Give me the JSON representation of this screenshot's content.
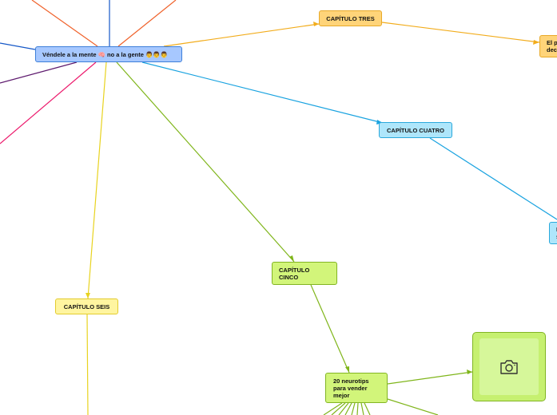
{
  "colors": {
    "root_fill": "#a7c8ff",
    "root_border": "#3d7fd9",
    "orange": "#f2ac1b",
    "blue": "#1aa3e0",
    "green": "#7fb51a",
    "yellow": "#e8d31f",
    "red_orange": "#f0622b",
    "navy": "#1457c7",
    "purple": "#5e1a6e",
    "magenta": "#ec1a6c"
  },
  "nodes": {
    "root": {
      "label": "Véndele a la mente 🧠 no a la gente 👨👨👨"
    },
    "capitulo_tres": {
      "label": "CAPÍTULO TRES"
    },
    "partial_tres_child": {
      "line1": "El p",
      "line2": "dec"
    },
    "capitulo_cuatro": {
      "label": "CAPÍTULO CUATRO"
    },
    "partial_cuatro_child": {
      "line1": "I",
      "line2": "s"
    },
    "capitulo_cinco": {
      "line1": "CAPÍTULO",
      "line2": "CINCO"
    },
    "capitulo_seis": {
      "label": "CAPÍTULO SEIS"
    },
    "neurotips": {
      "line1": "20 neurotips",
      "line2": "para vender",
      "line3": "mejor"
    }
  },
  "icons": {
    "image_placeholder": "camera-icon"
  }
}
